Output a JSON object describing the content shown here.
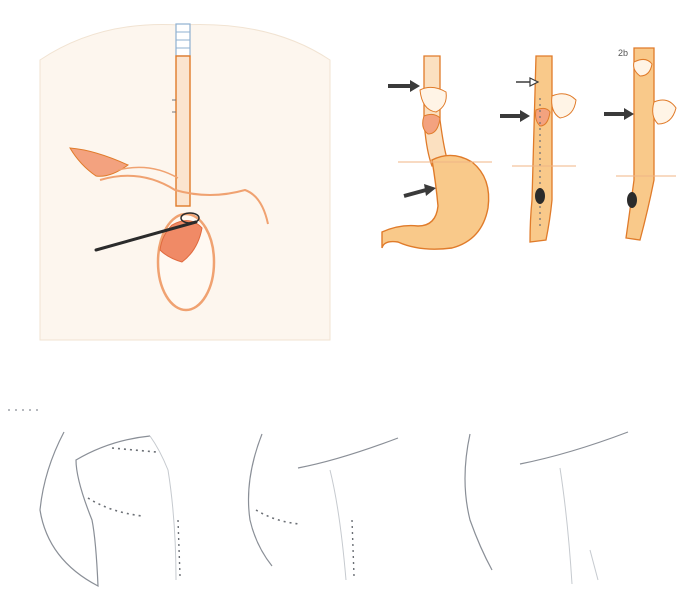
{
  "figure": {
    "panels": [
      {
        "id": "thoracotomy-overview",
        "content": "illustration"
      },
      {
        "id": "stomach-tube-step-1",
        "content": "illustration"
      },
      {
        "id": "stomach-tube-step-2",
        "content": "illustration"
      },
      {
        "id": "stomach-tube-step-3",
        "content": "illustration"
      },
      {
        "id": "incision-sketch-1",
        "content": "line-drawing"
      },
      {
        "id": "incision-sketch-2",
        "content": "line-drawing"
      },
      {
        "id": "incision-sketch-3",
        "content": "line-drawing"
      }
    ],
    "small_label": "2b",
    "colors": {
      "organ_fill": "#f9c98a",
      "organ_stroke": "#e07b2a",
      "pleura": "#f3a27f",
      "arrow": "#3a3a3a",
      "instrument": "#2b2b2b",
      "sketch_line": "#8a8f97",
      "dotted": "#6b6f75"
    }
  }
}
